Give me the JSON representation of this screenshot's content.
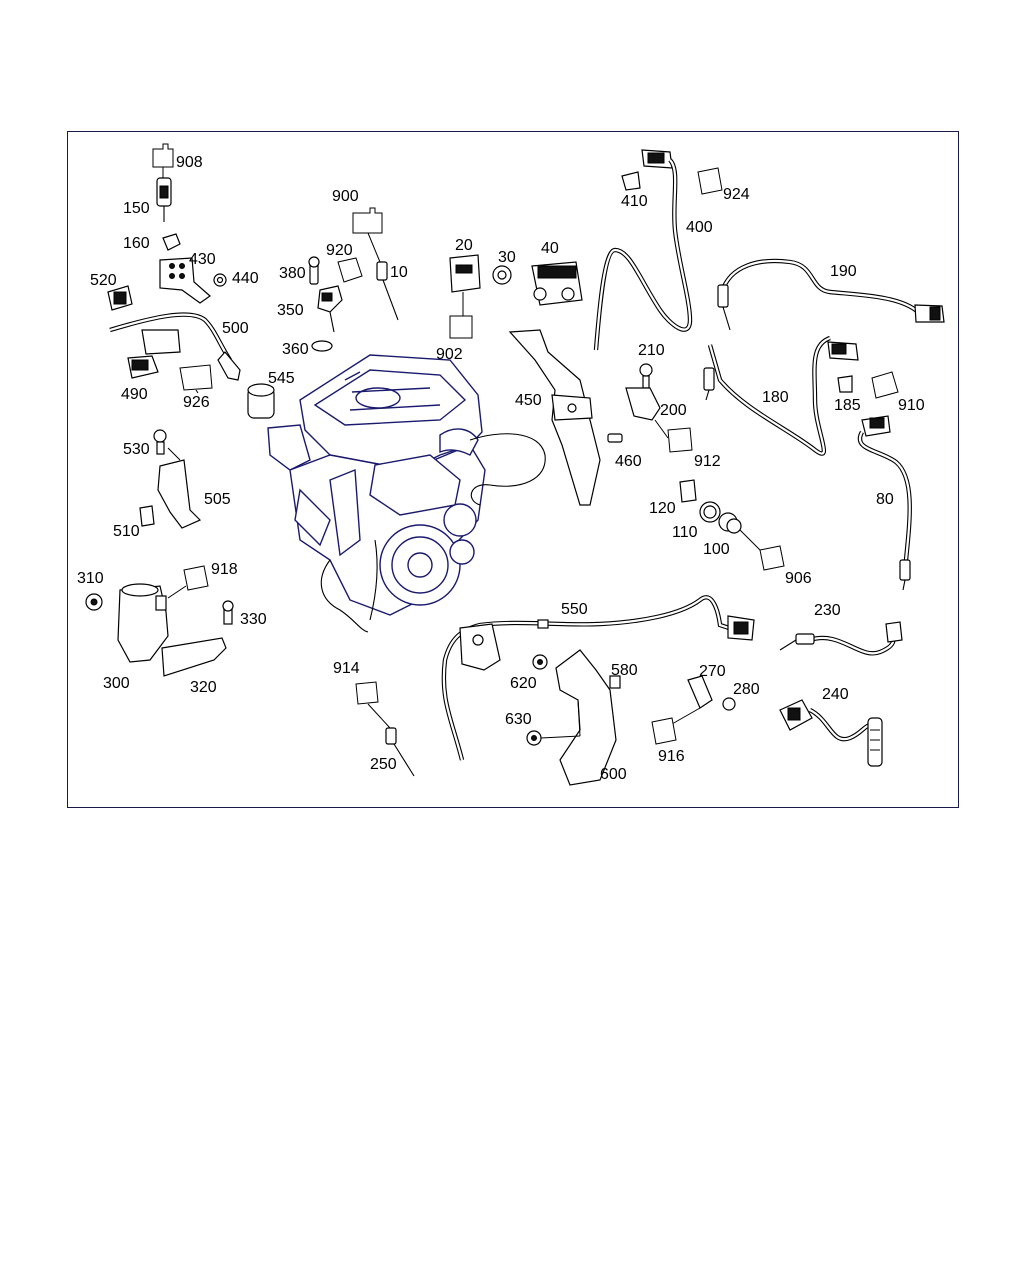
{
  "labels": {
    "p908": "908",
    "p150": "150",
    "p160": "160",
    "p430": "430",
    "p440": "440",
    "p520": "520",
    "p500": "500",
    "p490": "490",
    "p926": "926",
    "p900": "900",
    "p920": "920",
    "p380": "380",
    "p10": "10",
    "p350": "350",
    "p360": "360",
    "p20": "20",
    "p30": "30",
    "p40": "40",
    "p902": "902",
    "p410": "410",
    "p924": "924",
    "p400": "400",
    "p190": "190",
    "p545": "545",
    "p450": "450",
    "p210": "210",
    "p200": "200",
    "p460": "460",
    "p912": "912",
    "p180": "180",
    "p185": "185",
    "p910": "910",
    "p80": "80",
    "p530": "530",
    "p505": "505",
    "p510": "510",
    "p120": "120",
    "p110": "110",
    "p100": "100",
    "p906": "906",
    "p310": "310",
    "p918": "918",
    "p330": "330",
    "p300": "300",
    "p320": "320",
    "p550": "550",
    "p230": "230",
    "p914": "914",
    "p620": "620",
    "p580": "580",
    "p270": "270",
    "p280": "280",
    "p240": "240",
    "p630": "630",
    "p916": "916",
    "p250": "250",
    "p600": "600"
  },
  "colors": {
    "frame": "#1a1a4a",
    "line": "#000000",
    "engine_outline": "#1a1a6e"
  }
}
